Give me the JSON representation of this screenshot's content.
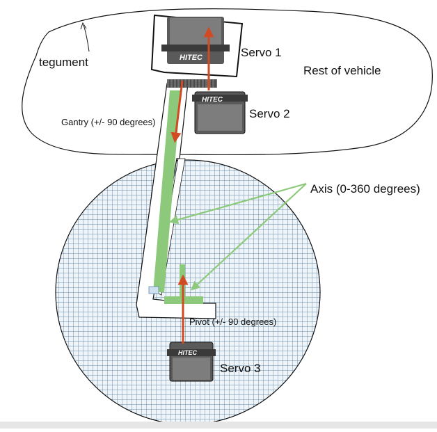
{
  "labels": {
    "tegument": "tegument",
    "rest_of_vehicle": "Rest of vehicle",
    "servo1": "Servo 1",
    "servo2": "Servo 2",
    "servo3": "Servo 3",
    "gantry": "Gantry (+/- 90 degrees)",
    "axis": "Axis (0-360 degrees)",
    "pivot": "Pivot (+/- 90 degrees)",
    "servo_brand": "HITEC"
  },
  "colors": {
    "outline": "#111111",
    "grid": "#5f86a8",
    "grid_fill": "#eef4f8",
    "axis_green": "#8cc97a",
    "arrow_red": "#d24a22",
    "servo_body": "#5a5a5a",
    "servo_top": "#7a7a7a"
  }
}
